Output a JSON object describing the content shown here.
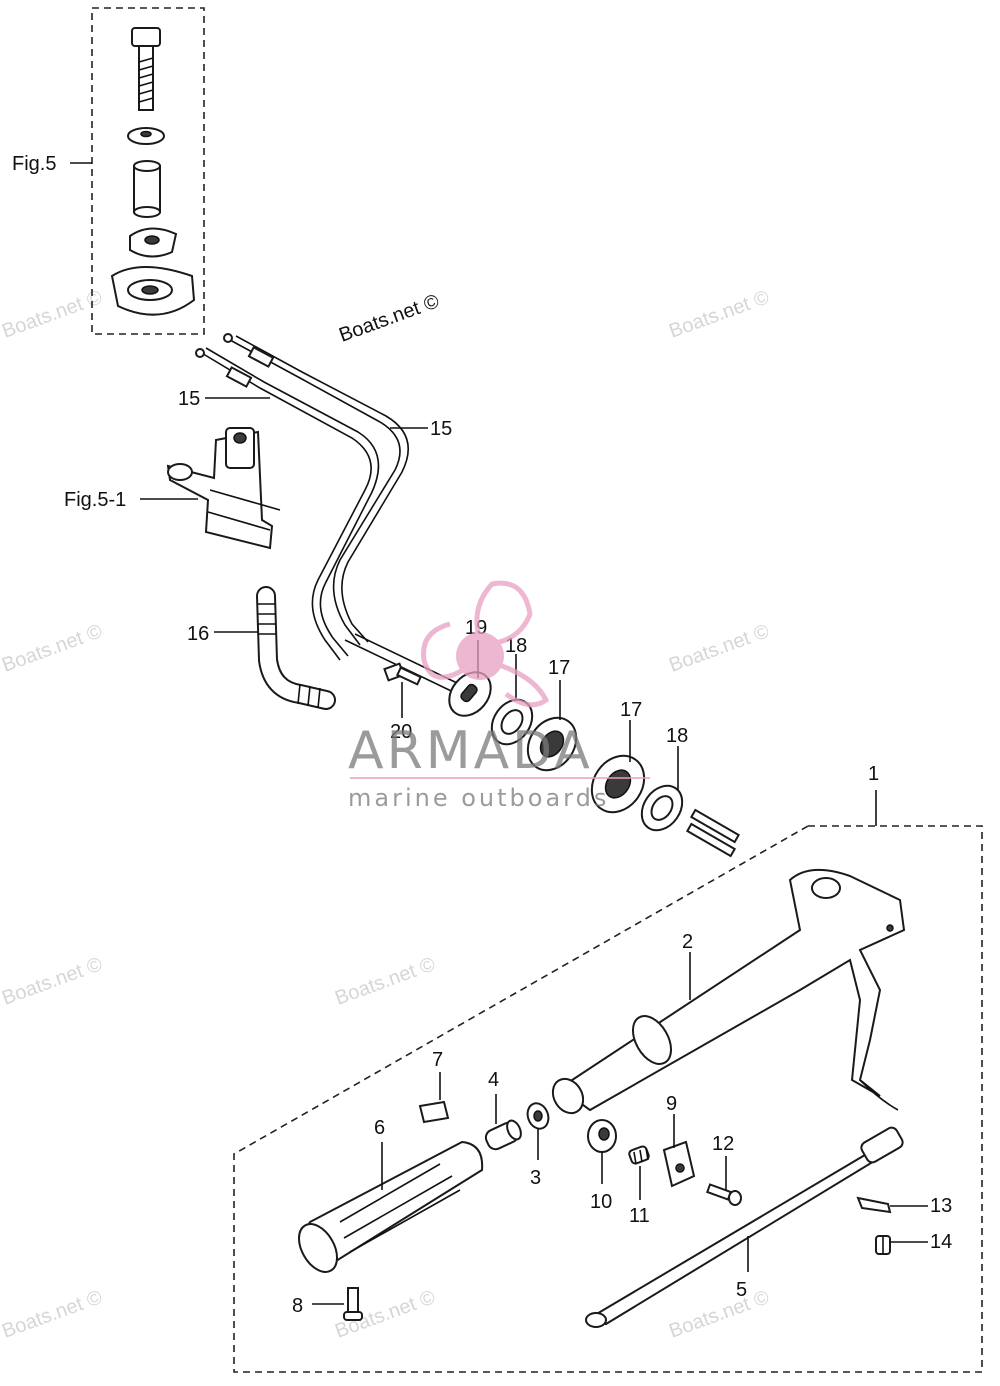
{
  "labels": {
    "fig5": "Fig.5",
    "fig5_1": "Fig.5-1",
    "p1": "1",
    "p2": "2",
    "p3": "3",
    "p4": "4",
    "p5": "5",
    "p6": "6",
    "p7": "7",
    "p8": "8",
    "p9": "9",
    "p10": "10",
    "p11": "11",
    "p12": "12",
    "p13": "13",
    "p14": "14",
    "p15a": "15",
    "p15b": "15",
    "p16": "16",
    "p17a": "17",
    "p17b": "17",
    "p18a": "18",
    "p18b": "18",
    "p19": "19",
    "p20": "20"
  },
  "watermark": {
    "text": "Boats.net ©",
    "credit": "Boats.net ©"
  },
  "brand": {
    "name": "ARMADA",
    "tagline": "marine outboards",
    "logo_color": "#e8a0c4",
    "line_color": "#e8a0c4"
  }
}
